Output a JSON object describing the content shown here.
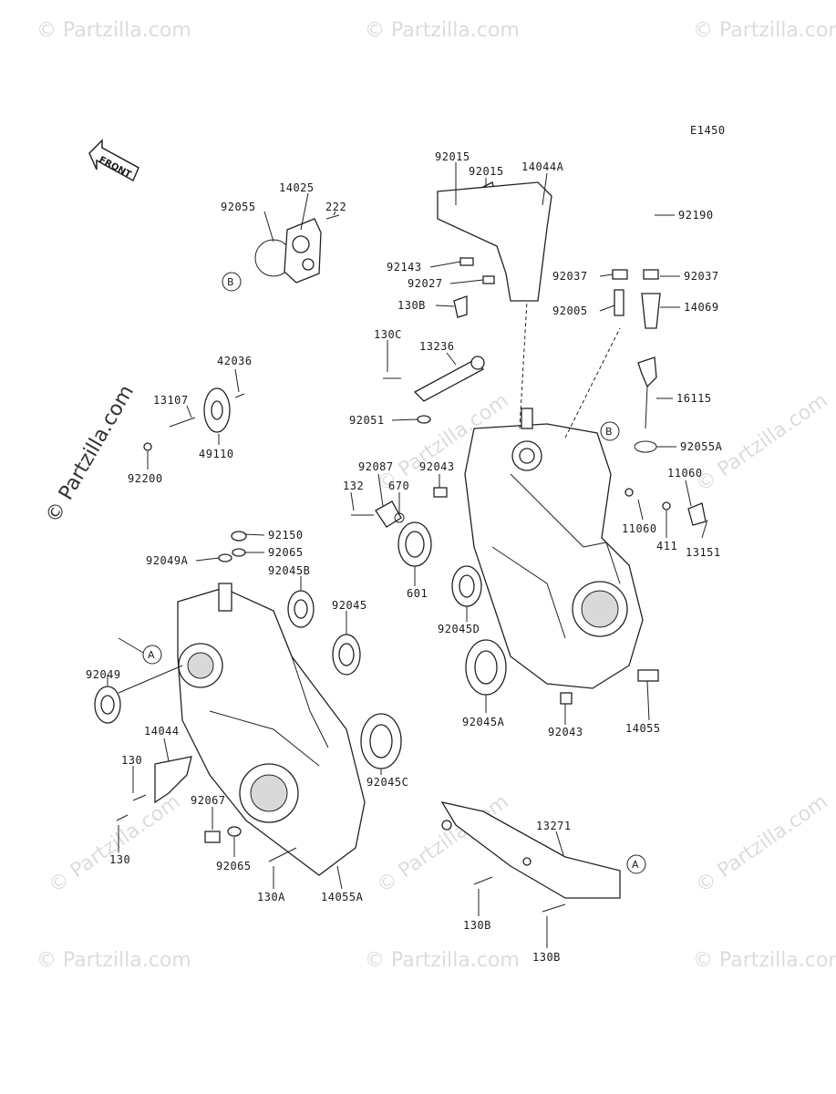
{
  "diagram": {
    "code": "E1450",
    "front_label": "FRONT",
    "watermark": "© Partzilla.com",
    "watermark_short": "© Partzilla.com",
    "refs": {
      "a": "A",
      "b": "B"
    }
  },
  "parts": [
    {
      "id": "92015a",
      "label": "92015"
    },
    {
      "id": "92015b",
      "label": "92015"
    },
    {
      "id": "14044A",
      "label": "14044A"
    },
    {
      "id": "14025",
      "label": "14025"
    },
    {
      "id": "92055",
      "label": "92055"
    },
    {
      "id": "222",
      "label": "222"
    },
    {
      "id": "92190",
      "label": "92190"
    },
    {
      "id": "92143",
      "label": "92143"
    },
    {
      "id": "92027",
      "label": "92027"
    },
    {
      "id": "130B_top",
      "label": "130B"
    },
    {
      "id": "92037a",
      "label": "92037"
    },
    {
      "id": "92037b",
      "label": "92037"
    },
    {
      "id": "92005",
      "label": "92005"
    },
    {
      "id": "14069",
      "label": "14069"
    },
    {
      "id": "130C",
      "label": "130C"
    },
    {
      "id": "13236",
      "label": "13236"
    },
    {
      "id": "42036",
      "label": "42036"
    },
    {
      "id": "13107",
      "label": "13107"
    },
    {
      "id": "16115",
      "label": "16115"
    },
    {
      "id": "92051",
      "label": "92051"
    },
    {
      "id": "92055A",
      "label": "92055A"
    },
    {
      "id": "49110",
      "label": "49110"
    },
    {
      "id": "92087",
      "label": "92087"
    },
    {
      "id": "92043a",
      "label": "92043"
    },
    {
      "id": "11060a",
      "label": "11060"
    },
    {
      "id": "92200",
      "label": "92200"
    },
    {
      "id": "132",
      "label": "132"
    },
    {
      "id": "670",
      "label": "670"
    },
    {
      "id": "11060b",
      "label": "11060"
    },
    {
      "id": "411",
      "label": "411"
    },
    {
      "id": "13151",
      "label": "13151"
    },
    {
      "id": "92150",
      "label": "92150"
    },
    {
      "id": "92049A",
      "label": "92049A"
    },
    {
      "id": "92065a",
      "label": "92065"
    },
    {
      "id": "92045B",
      "label": "92045B"
    },
    {
      "id": "601",
      "label": "601"
    },
    {
      "id": "92045",
      "label": "92045"
    },
    {
      "id": "92045D",
      "label": "92045D"
    },
    {
      "id": "92049",
      "label": "92049"
    },
    {
      "id": "92045A",
      "label": "92045A"
    },
    {
      "id": "92043b",
      "label": "92043"
    },
    {
      "id": "14055",
      "label": "14055"
    },
    {
      "id": "14044",
      "label": "14044"
    },
    {
      "id": "130a",
      "label": "130"
    },
    {
      "id": "92045C",
      "label": "92045C"
    },
    {
      "id": "92067",
      "label": "92067"
    },
    {
      "id": "13271",
      "label": "13271"
    },
    {
      "id": "130b",
      "label": "130"
    },
    {
      "id": "92065b",
      "label": "92065"
    },
    {
      "id": "130A",
      "label": "130A"
    },
    {
      "id": "14055A",
      "label": "14055A"
    },
    {
      "id": "130B_1",
      "label": "130B"
    },
    {
      "id": "130B_2",
      "label": "130B"
    }
  ]
}
